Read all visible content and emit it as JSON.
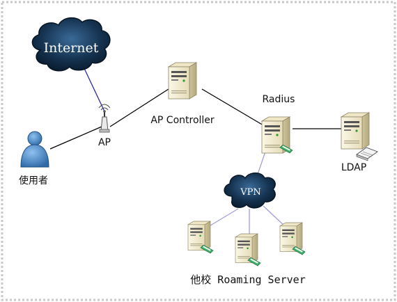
{
  "nodes": {
    "internet": "Internet",
    "ap": "AP",
    "ap_controller": "AP Controller",
    "radius": "Radius",
    "ldap": "LDAP",
    "user": "使用者",
    "vpn": "VPN",
    "roaming": "他校 Roaming Server"
  },
  "colors": {
    "cloud": "#0f2740",
    "server_body": "#f1ead2",
    "server_shade": "#c9bf98",
    "link_black": "#000000",
    "link_blue": "#2a2aa8",
    "link_light": "#9f9fe0",
    "user": "#4d86c8",
    "border_dash": "#c8c8c8"
  }
}
